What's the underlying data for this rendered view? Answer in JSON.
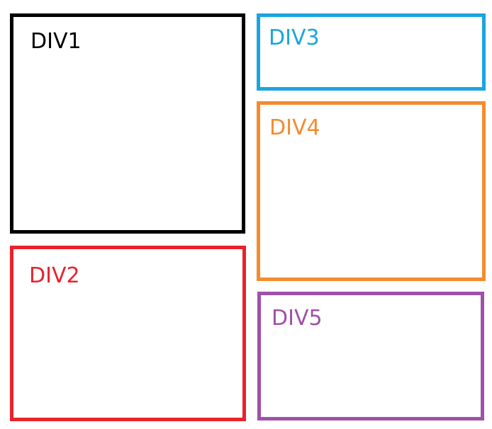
{
  "boxes": [
    {
      "id": "div1",
      "label": "DIV1",
      "color": "#000000"
    },
    {
      "id": "div2",
      "label": "DIV2",
      "color": "#e8232b"
    },
    {
      "id": "div3",
      "label": "DIV3",
      "color": "#1aa5e0"
    },
    {
      "id": "div4",
      "label": "DIV4",
      "color": "#f58b2e"
    },
    {
      "id": "div5",
      "label": "DIV5",
      "color": "#a051a7"
    }
  ]
}
